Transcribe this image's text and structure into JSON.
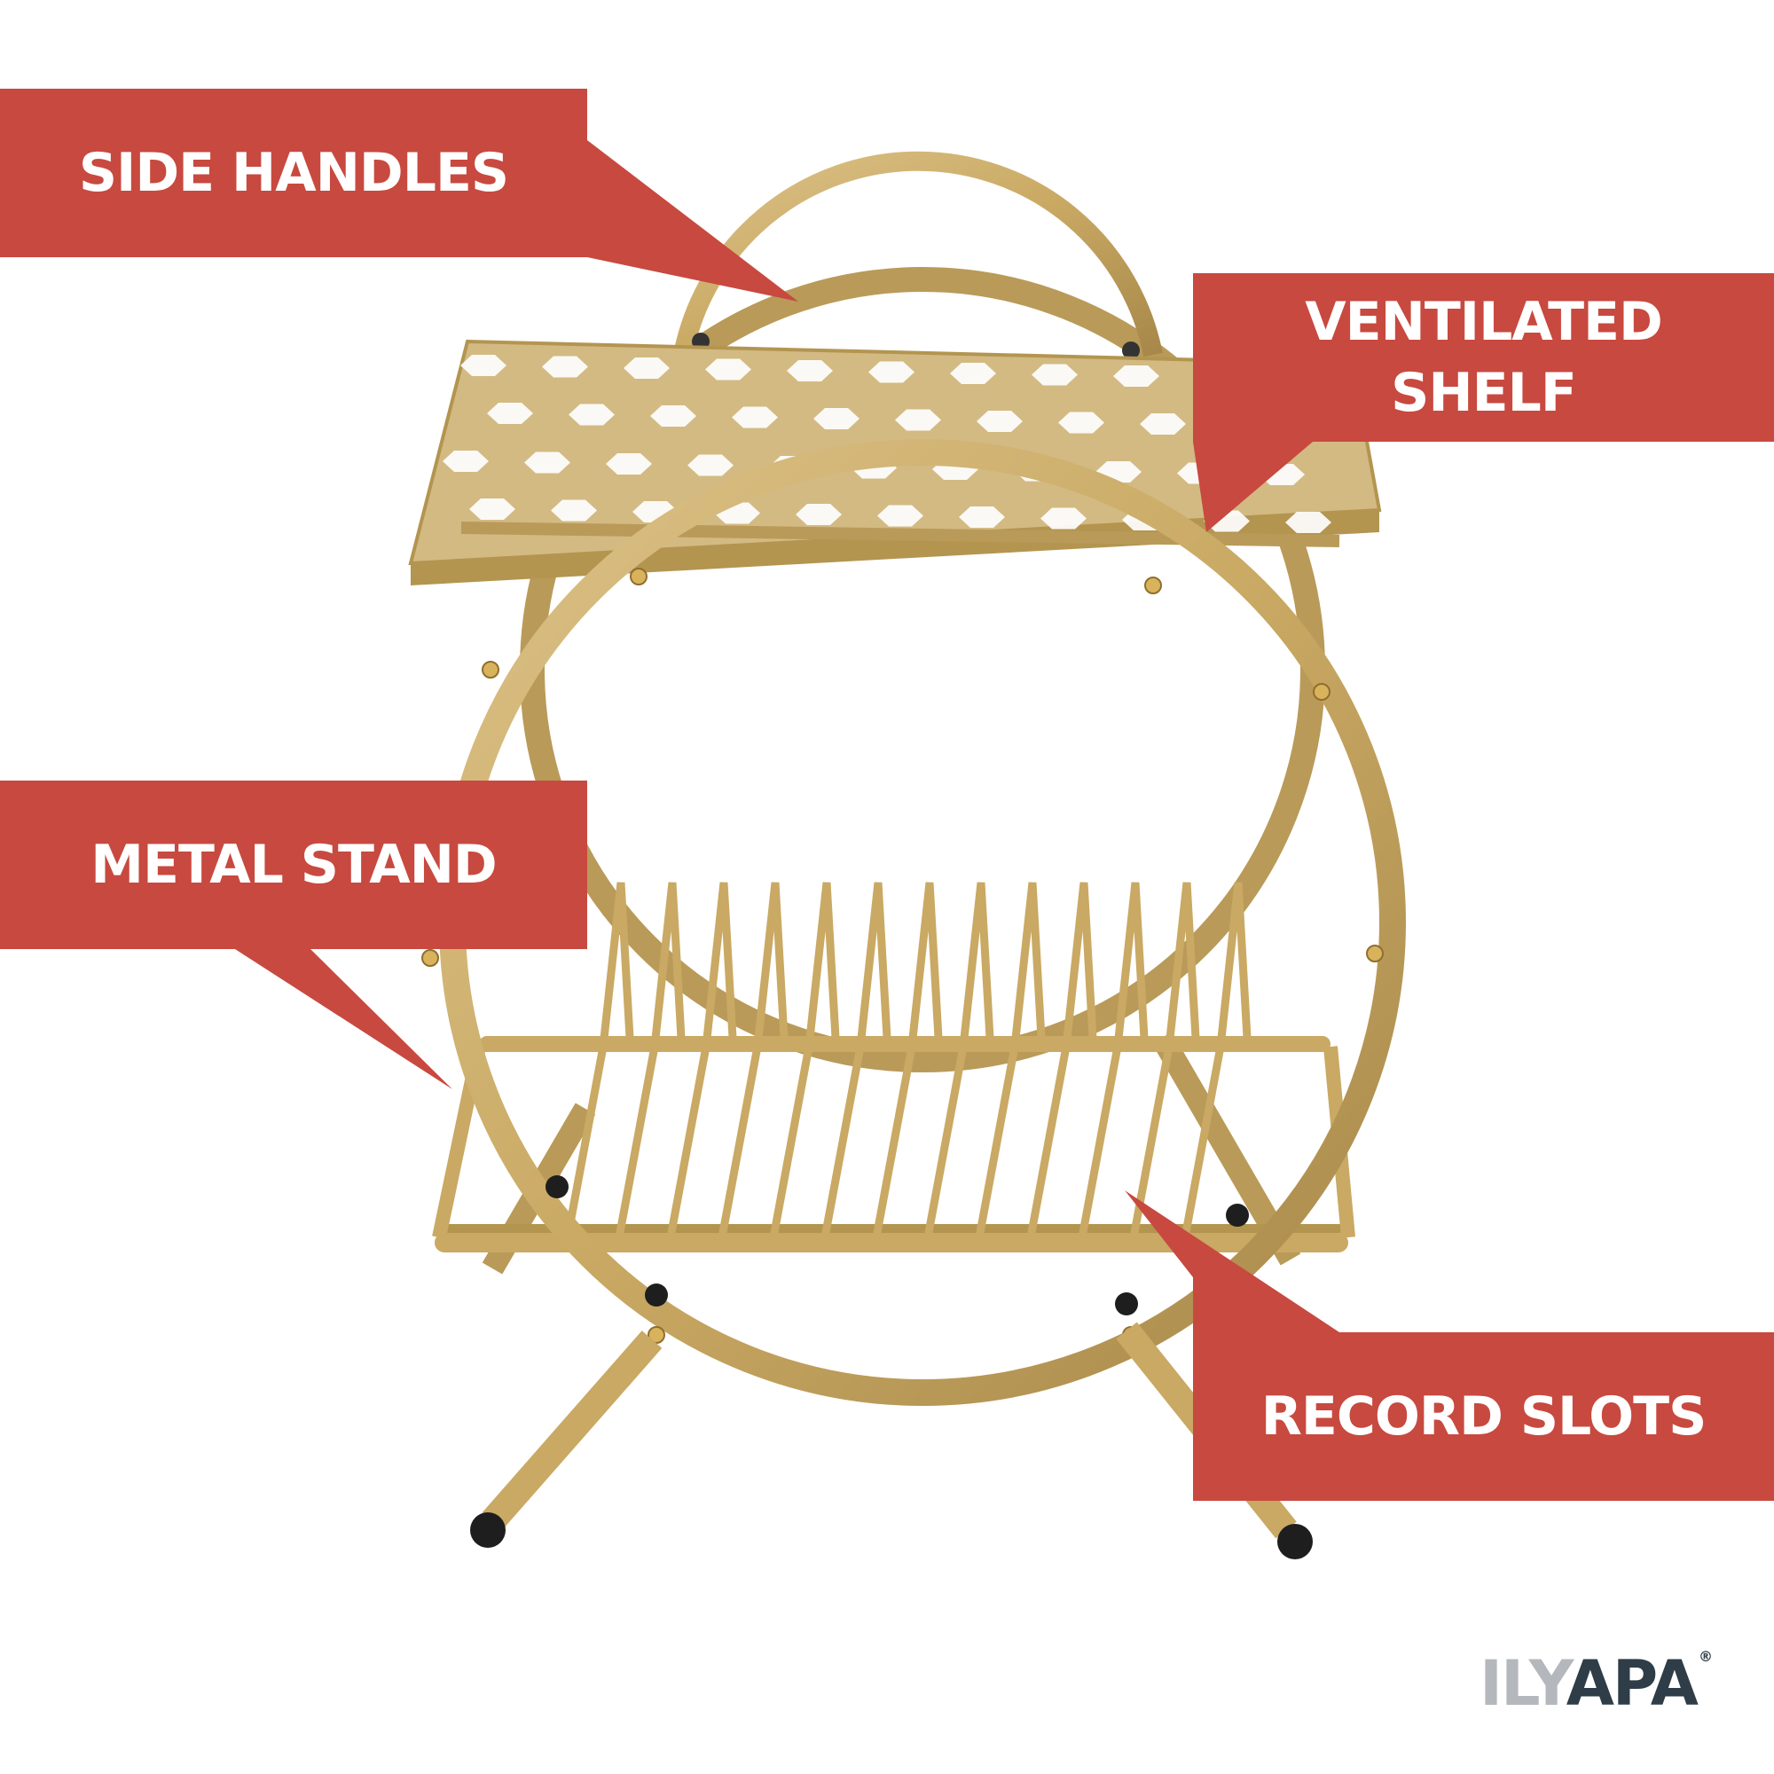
{
  "callouts": {
    "side_handles": "SIDE HANDLES",
    "ventilated_shelf_line1": "VENTILATED",
    "ventilated_shelf_line2": "SHELF",
    "metal_stand": "METAL STAND",
    "record_slots": "RECORD SLOTS"
  },
  "logo": {
    "part1": "ILY",
    "part2": "APA",
    "mark": "®"
  },
  "colors": {
    "callout": "#c8493f",
    "gold": "#c9a963",
    "gold_dark": "#a8884a",
    "feet": "#1e1e1e",
    "background": "#ffffff"
  }
}
